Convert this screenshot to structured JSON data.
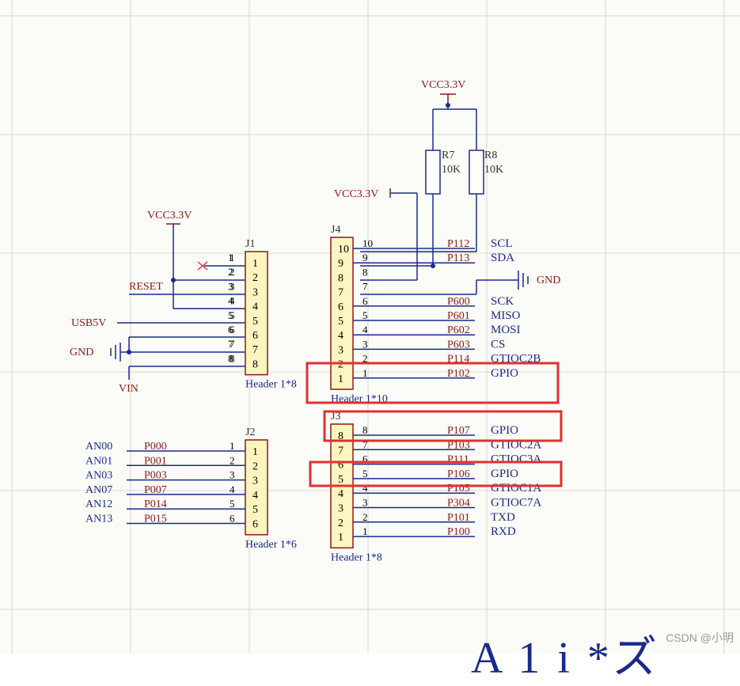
{
  "power": {
    "vcc_top": "VCC3.3V",
    "vcc_mid": "VCC3.3V",
    "vcc_left": "VCC3.3V",
    "gnd_right": "GND",
    "gnd_left": "GND",
    "usb": "USB5V",
    "vin": "VIN",
    "reset": "RESET"
  },
  "resistors": [
    {
      "ref": "R7",
      "value": "10K"
    },
    {
      "ref": "R8",
      "value": "10K"
    }
  ],
  "j1": {
    "ref": "J1",
    "footer": "Header 1*8",
    "pins": [
      "1",
      "2",
      "3",
      "4",
      "5",
      "6",
      "7",
      "8"
    ]
  },
  "j2": {
    "ref": "J2",
    "footer": "Header 1*6",
    "pins": [
      "1",
      "2",
      "3",
      "4",
      "5",
      "6"
    ],
    "an": [
      "AN00",
      "AN01",
      "AN03",
      "AN07",
      "AN12",
      "AN13"
    ],
    "port": [
      "P000",
      "P001",
      "P003",
      "P007",
      "P014",
      "P015"
    ]
  },
  "j4": {
    "ref": "J4",
    "footer": "Header 1*10",
    "pins": [
      "10",
      "9",
      "8",
      "7",
      "6",
      "5",
      "4",
      "3",
      "2",
      "1"
    ],
    "port": [
      "P112",
      "P113",
      "",
      "",
      "P600",
      "P601",
      "P602",
      "P603",
      "P114",
      "P102"
    ],
    "func": [
      "SCL",
      "SDA",
      "",
      "",
      "SCK",
      "MISO",
      "MOSI",
      "CS",
      "GTIOC2B",
      "GPIO"
    ]
  },
  "j3": {
    "ref": "J3",
    "footer": "Header 1*8",
    "pins": [
      "8",
      "7",
      "6",
      "5",
      "4",
      "3",
      "2",
      "1"
    ],
    "port": [
      "P107",
      "P103",
      "P111",
      "P106",
      "P105",
      "P304",
      "P101",
      "P100"
    ],
    "func": [
      "GPIO",
      "GTIOC2A",
      "GTIOC3A",
      "GPIO",
      "GTIOC1A",
      "GTIOC7A",
      "TXD",
      "RXD"
    ]
  },
  "bottom_text": "A    1    i   *ズ",
  "watermark": "CSDN @小明",
  "colors": {
    "wire": "#1b2a8a",
    "label": "#8b1a1a",
    "pinbox": "#fdf5c0",
    "pinborder": "#8b1a1a",
    "highlight": "#e03030"
  }
}
